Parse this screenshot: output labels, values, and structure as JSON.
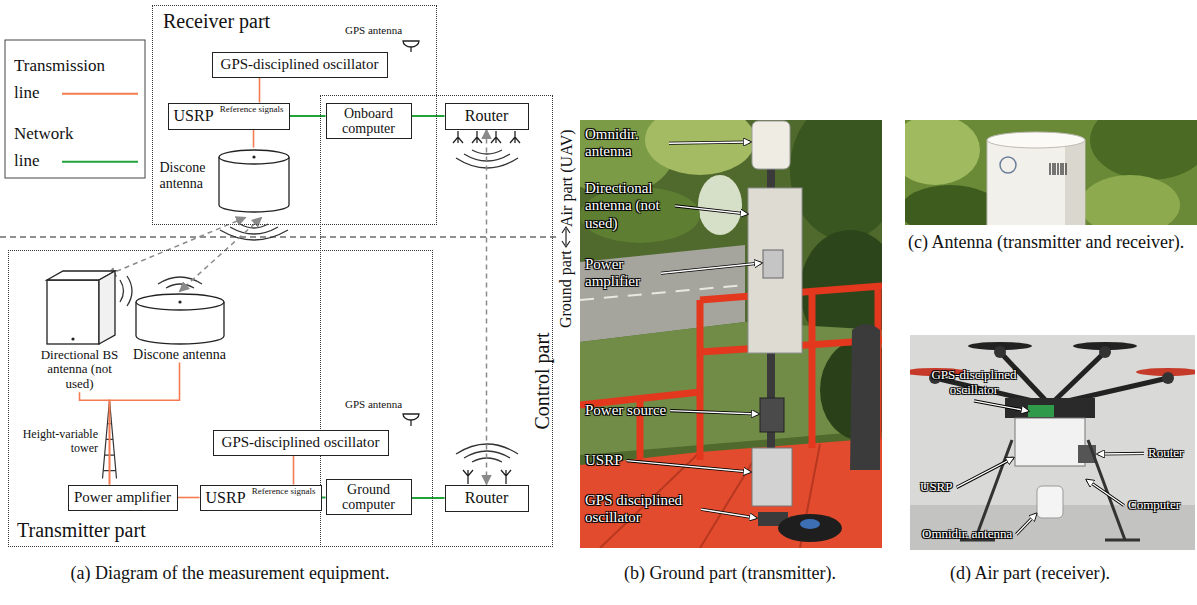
{
  "diagram": {
    "nodes": [
      {
        "text": [
          "Receiver part"
        ]
      },
      {
        "text": [
          "GPS-disciplined oscillator"
        ],
        "in": 0
      },
      {
        "text": [
          "USRP",
          "Reference signals"
        ],
        "in": 0
      },
      {
        "text": [
          "Discone antenna"
        ],
        "in": 0
      },
      {
        "text": [
          "Control part"
        ]
      },
      {
        "text": [
          "Onboard computer"
        ],
        "in": 4
      },
      {
        "text": [
          "Router"
        ],
        "in": 4
      },
      {
        "text": [
          "Transmitter part"
        ]
      },
      {
        "text": [
          "Directional BS antenna (not used)"
        ],
        "in": 7
      },
      {
        "text": [
          "Discone antenna"
        ],
        "in": 7
      },
      {
        "text": [
          "GPS-disciplined oscillator"
        ],
        "in": 7
      },
      {
        "text": [
          "Power amplifier"
        ],
        "in": 7
      },
      {
        "text": [
          "USRP",
          "Reference signals"
        ],
        "in": 7
      },
      {
        "text": [
          "Ground computer"
        ],
        "in": 4
      },
      {
        "text": [
          "Router"
        ],
        "in": 4
      }
    ],
    "edges": [
      {
        "from": 1,
        "to": 2,
        "arrow": "none"
      },
      {
        "from": 2,
        "to": 3,
        "arrow": "none"
      },
      {
        "from": 2,
        "to": 5,
        "arrow": "none"
      },
      {
        "from": 5,
        "to": 6,
        "arrow": "none"
      },
      {
        "from": 6,
        "to": 14,
        "arrow": "both"
      },
      {
        "from": 3,
        "to": 8,
        "arrow": "both"
      },
      {
        "from": 3,
        "to": 9,
        "arrow": "both"
      },
      {
        "from": 10,
        "to": 12,
        "arrow": "none"
      },
      {
        "from": 12,
        "to": 11,
        "arrow": "none"
      },
      {
        "from": 11,
        "to": 8,
        "arrow": "none"
      },
      {
        "from": 11,
        "to": 9,
        "arrow": "none"
      },
      {
        "from": 12,
        "to": 13,
        "arrow": "none"
      },
      {
        "from": 13,
        "to": 14,
        "arrow": "none"
      }
    ],
    "labels": [
      "GPS antenna",
      "GPS antenna",
      "Height-variable tower",
      "Air part (UAV)",
      "Ground part",
      "Omnidir. antenna",
      "Directional antenna (not used)",
      "Power amplifier",
      "Power source",
      "USRP",
      "GPS disciplined oscillator",
      "GPS-disciplined oscillator",
      "Router",
      "USRP",
      "Computer",
      "Omnidir. antenna",
      "(a) Diagram of the measurement equipment.",
      "(b) Ground part (transmitter).",
      "(c) Antenna (transmitter and receiver).",
      "(d) Air part (receiver)."
    ],
    "legend": [
      {
        "text": "Transmission line"
      },
      {
        "text": "Network line"
      }
    ]
  }
}
